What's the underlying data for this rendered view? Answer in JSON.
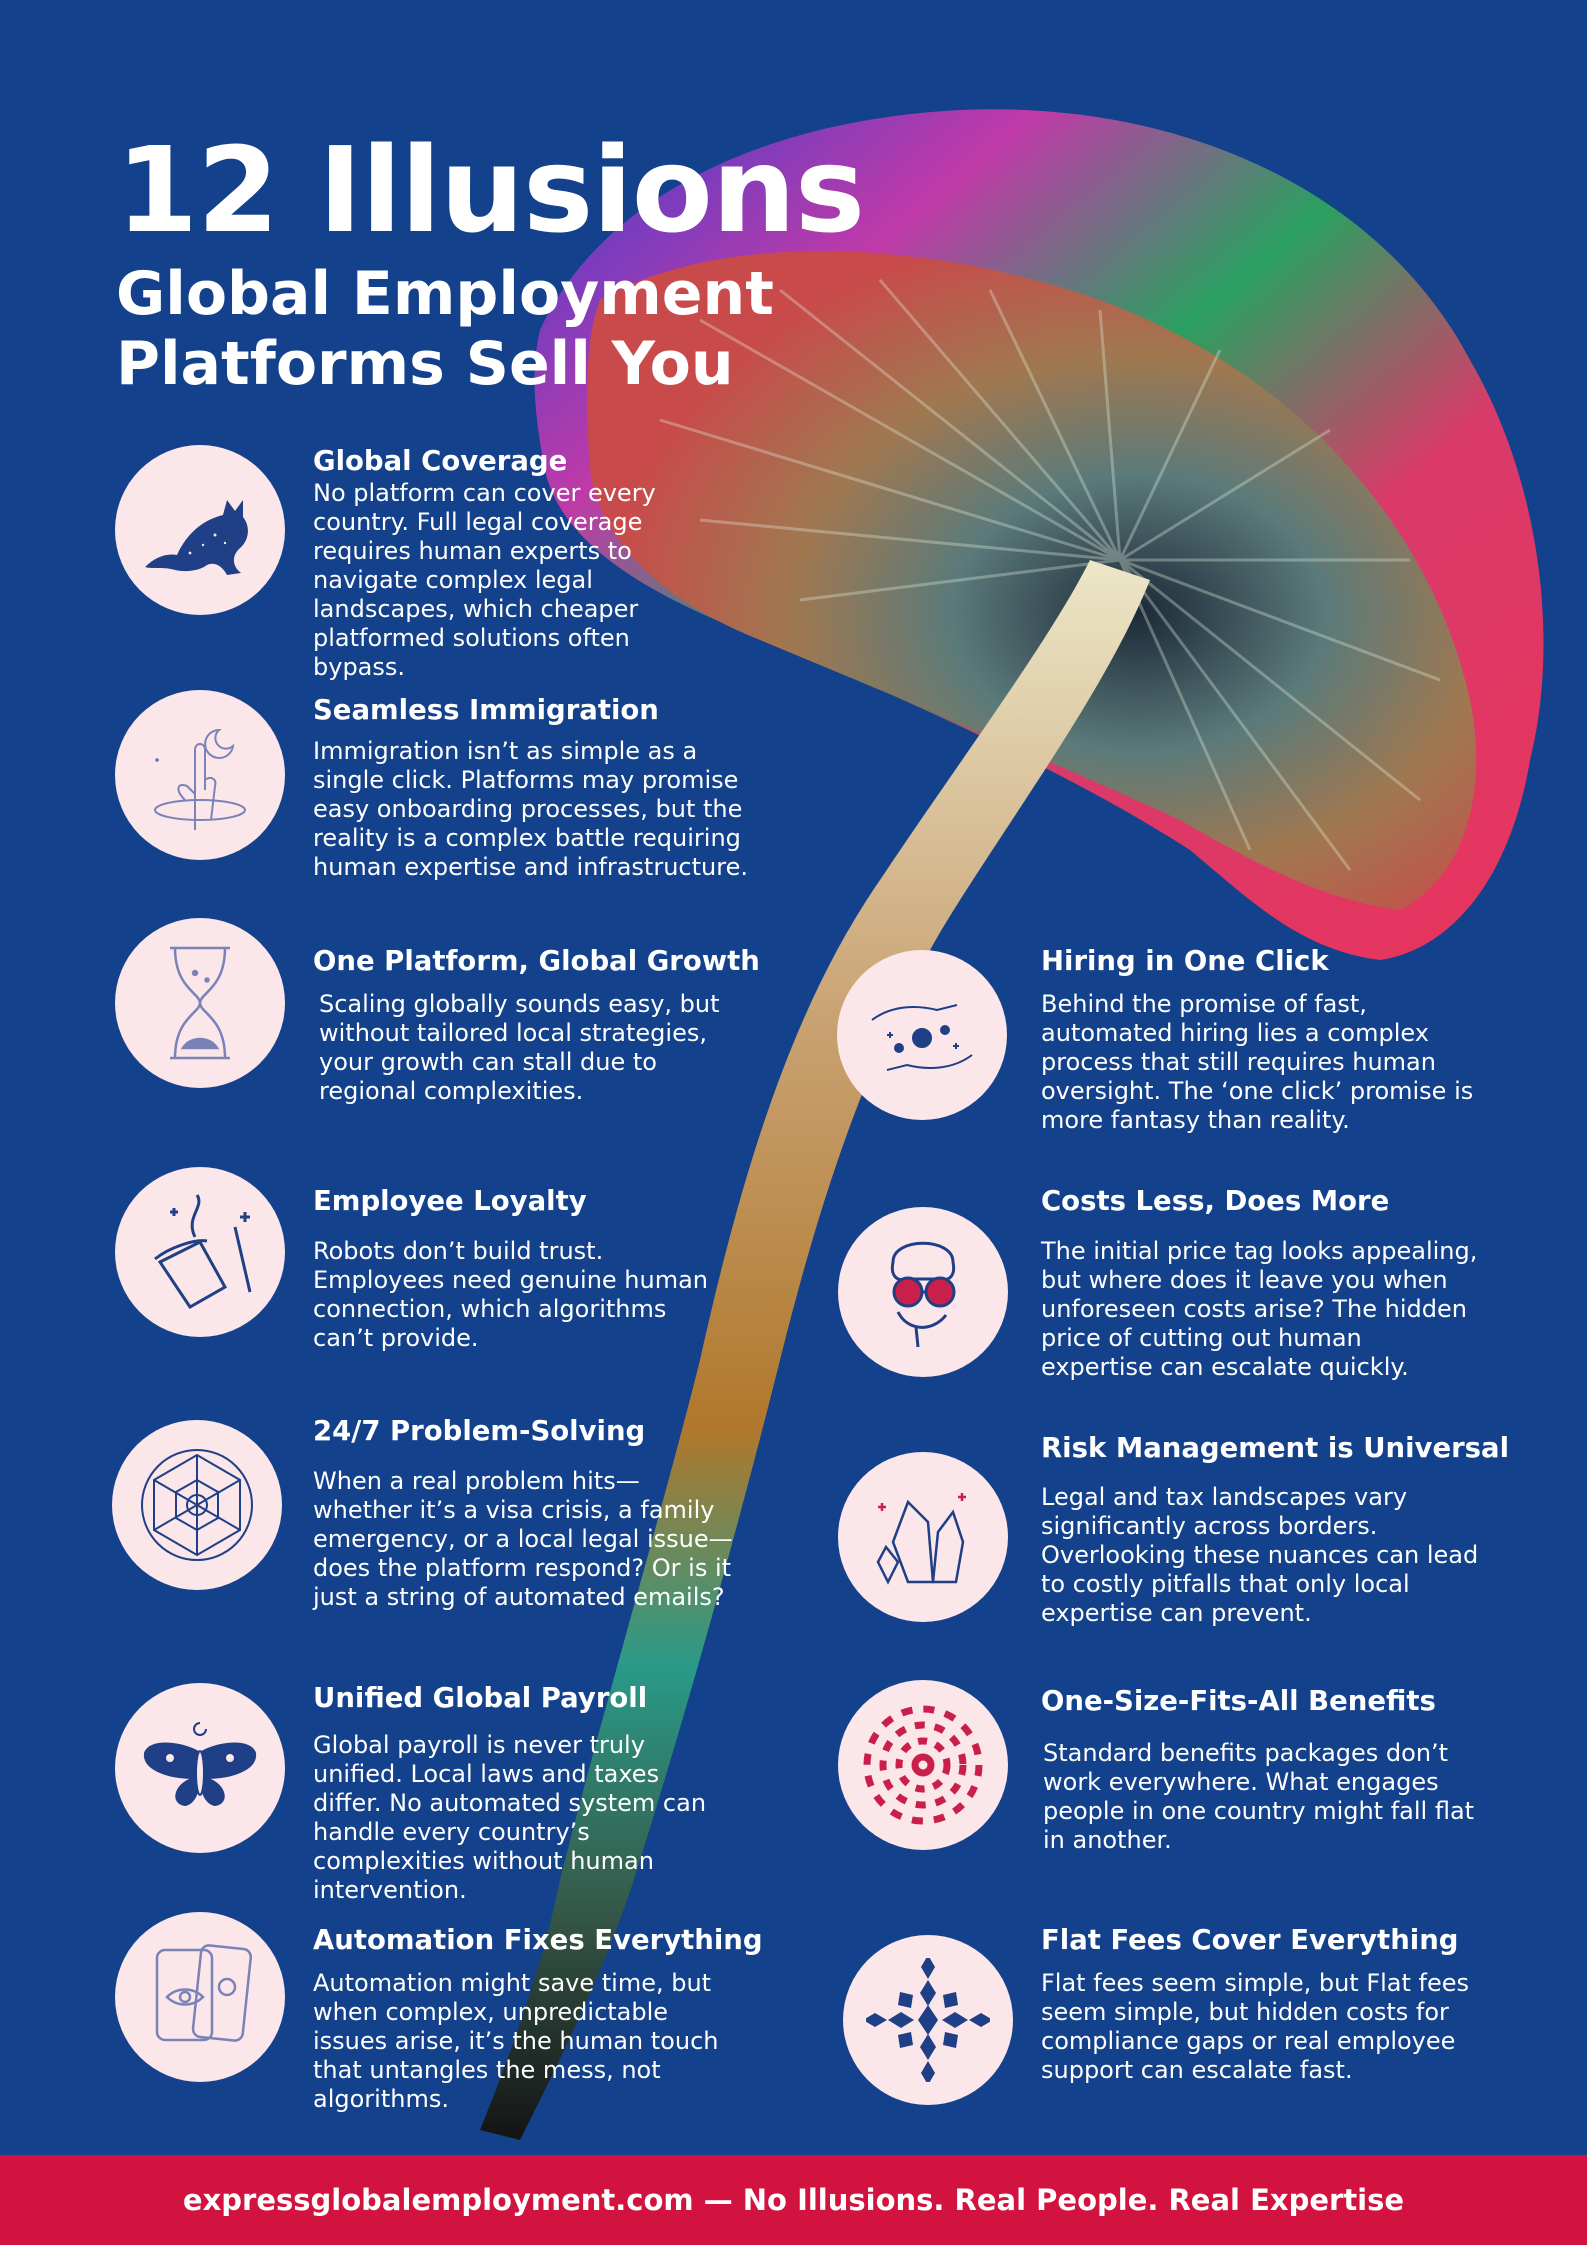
{
  "title": "12 Illusions",
  "subtitle": "Global Employment Platforms Sell You",
  "colors": {
    "background": "#13418b",
    "circle": "#fbe6ea",
    "icon": "#1f3f86",
    "accent": "#c8204a",
    "footer": "#d2123f"
  },
  "items": [
    {
      "title": "Global Coverage",
      "icon": "cat-icon",
      "body": "No platform can cover every country. Full legal coverage requires human experts to navigate complex legal landscapes, which cheaper platformed solutions often bypass."
    },
    {
      "title": "Seamless Immigration",
      "icon": "hand-moon-icon",
      "body": "Immigration isn’t as simple as a single click. Platforms may promise easy onboarding processes, but the reality is a complex battle requiring human expertise and infrastructure."
    },
    {
      "title": "One Platform, Global  Growth",
      "icon": "hourglass-icon",
      "body": "Scaling globally sounds easy, but without tailored local strategies, your growth can stall due to regional complexities."
    },
    {
      "title": "Employee Loyalty",
      "icon": "magic-hat-icon",
      "body": "Robots don’t build trust. Employees need genuine human connection, which algorithms can’t provide."
    },
    {
      "title": "24/7 Problem-Solving",
      "icon": "sacred-geometry-icon",
      "body": "When a real problem hits—whether it’s a visa crisis, a family emergency, or a local legal issue—does the platform respond? Or is it just a string of automated emails?"
    },
    {
      "title": "Unified Global Payroll",
      "icon": "moth-icon",
      "body": "Global payroll is never truly unified. Local laws and taxes differ. No automated system can handle every country’s complexities without human intervention."
    },
    {
      "title": "Automation Fixes Everything",
      "icon": "tarot-cards-icon",
      "body": "Automation might save time, but when complex, unpredictable issues arise, it’s the human touch that untangles the mess, not algorithms."
    },
    {
      "title": "Hiring in One Click",
      "icon": "hands-cosmos-icon",
      "body": "Behind the promise of fast, automated hiring lies a complex process that still requires human oversight. The ‘one click’ promise is more fantasy than reality."
    },
    {
      "title": "Costs Less, Does More",
      "icon": "hypnotic-glasses-icon",
      "body": "The initial price tag looks appealing, but where does it leave you when unforeseen costs arise? The hidden price of cutting out human expertise can escalate quickly."
    },
    {
      "title": "Risk Management is Universal",
      "icon": "crystals-icon",
      "body": "Legal and tax landscapes vary significantly across borders. Overlooking these nuances can lead to costly pitfalls that only local expertise can prevent."
    },
    {
      "title": "One-Size-Fits-All Benefits",
      "icon": "checker-spiral-icon",
      "body": "Standard benefits packages don’t work everywhere. What engages people in one country might fall flat in another."
    },
    {
      "title": "Flat Fees Cover Everything",
      "icon": "diamond-mandala-icon",
      "body": "Flat fees seem simple, but Flat fees seem simple, but hidden costs for compliance gaps or real employee support can escalate fast."
    }
  ],
  "footer": "expressglobalemployment.com — No Illusions. Real People. Real Expertise"
}
